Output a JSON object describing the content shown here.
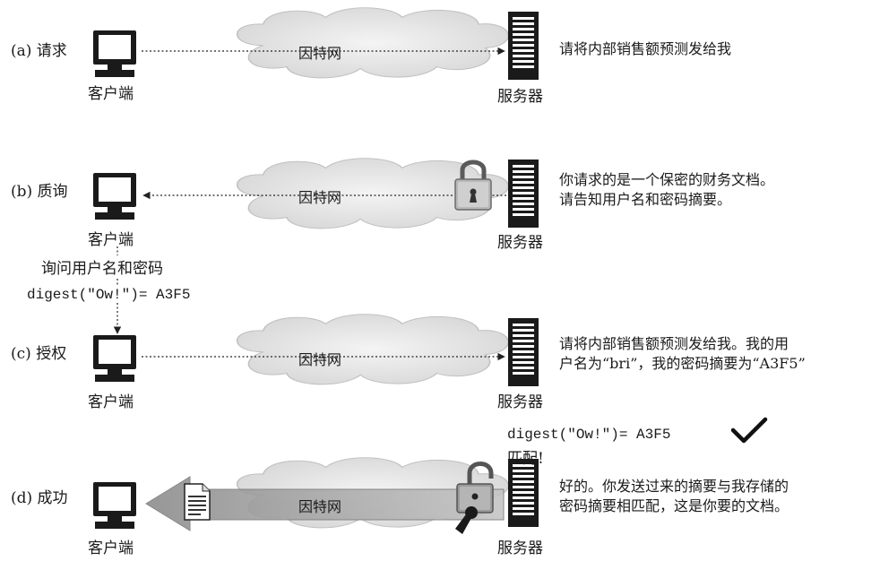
{
  "rows": [
    {
      "step_label": "(a) 请求",
      "client_label": "客户端",
      "cloud_label": "因特网",
      "server_label": "服务器",
      "message_lines": [
        "请将内部销售额预测发给我"
      ]
    },
    {
      "step_label": "(b) 质询",
      "client_label": "客户端",
      "cloud_label": "因特网",
      "server_label": "服务器",
      "message_lines": [
        "你请求的是一个保密的财务文档。",
        "请告知用户名和密码摘要。"
      ]
    },
    {
      "step_label": "(c) 授权",
      "client_label": "客户端",
      "cloud_label": "因特网",
      "server_label": "服务器",
      "message_lines": [
        "请将内部销售额预测发给我。我的用",
        "户名为“bri”，我的密码摘要为“A3F5”"
      ]
    },
    {
      "step_label": "(d) 成功",
      "client_label": "客户端",
      "cloud_label": "因特网",
      "server_label": "服务器",
      "message_lines": [
        "好的。你发送过来的摘要与我存储的",
        "密码摘要相匹配，这是你要的文档。"
      ]
    }
  ],
  "prompt_text": "询问用户名和密码",
  "client_digest": "digest(\"Ow!\")= A3F5",
  "server_digest": "digest(\"Ow!\")= A3F5",
  "match_text": "匹配!"
}
